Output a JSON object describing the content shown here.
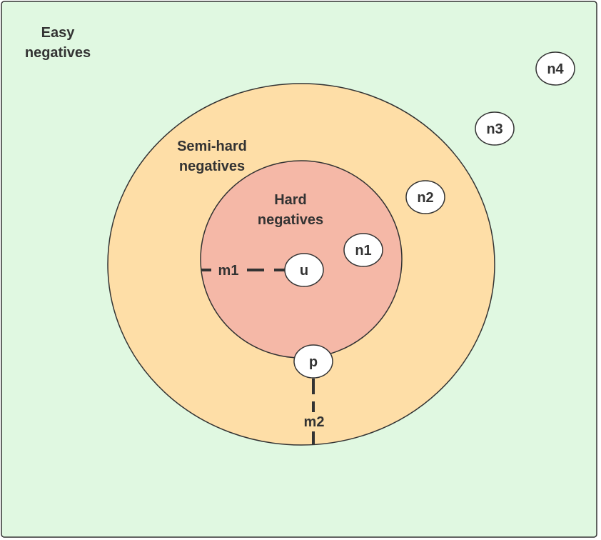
{
  "zones": {
    "easy": {
      "label_line1": "Easy",
      "label_line2": "negatives",
      "color": "#e0f8e1"
    },
    "semi_hard": {
      "label_line1": "Semi-hard",
      "label_line2": "negatives",
      "color": "#fedea7"
    },
    "hard": {
      "label_line1": "Hard",
      "label_line2": "negatives",
      "color": "#f5b8a7"
    }
  },
  "nodes": {
    "u": "u",
    "p": "p",
    "n1": "n1",
    "n2": "n2",
    "n3": "n3",
    "n4": "n4"
  },
  "margins": {
    "m1": "m1",
    "m2": "m2"
  },
  "colors": {
    "stroke": "#333333",
    "node_fill": "#ffffff",
    "text": "#333333"
  }
}
